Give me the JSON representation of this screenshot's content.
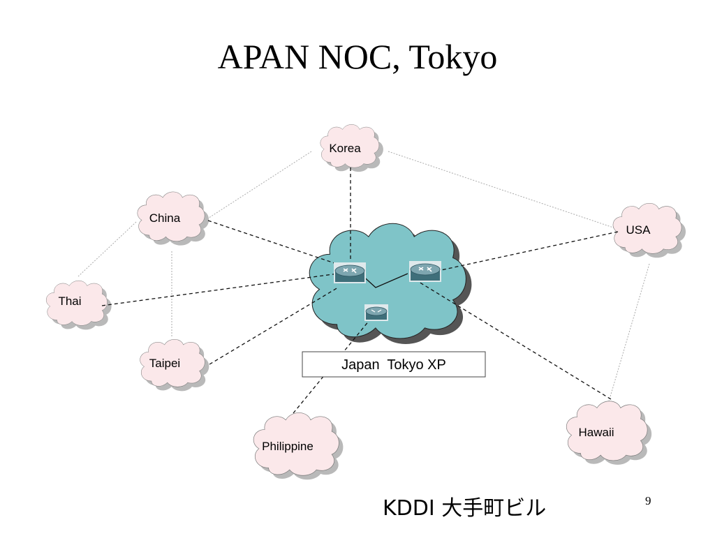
{
  "slide": {
    "title": "APAN NOC, Tokyo",
    "footer": "KDDI 大手町ビル",
    "page_number": "9"
  },
  "diagram": {
    "hub_label": "Japan  Tokyo XP",
    "nodes": {
      "korea": "Korea",
      "china": "China",
      "usa": "USA",
      "thai": "Thai",
      "taipei": "Taipei",
      "philippine": "Philippine",
      "hawaii": "Hawaii"
    }
  },
  "colors": {
    "hub_cloud": "#7fc4c8",
    "site_cloud": "#fbe8ea",
    "router": "#5f8f9a"
  }
}
